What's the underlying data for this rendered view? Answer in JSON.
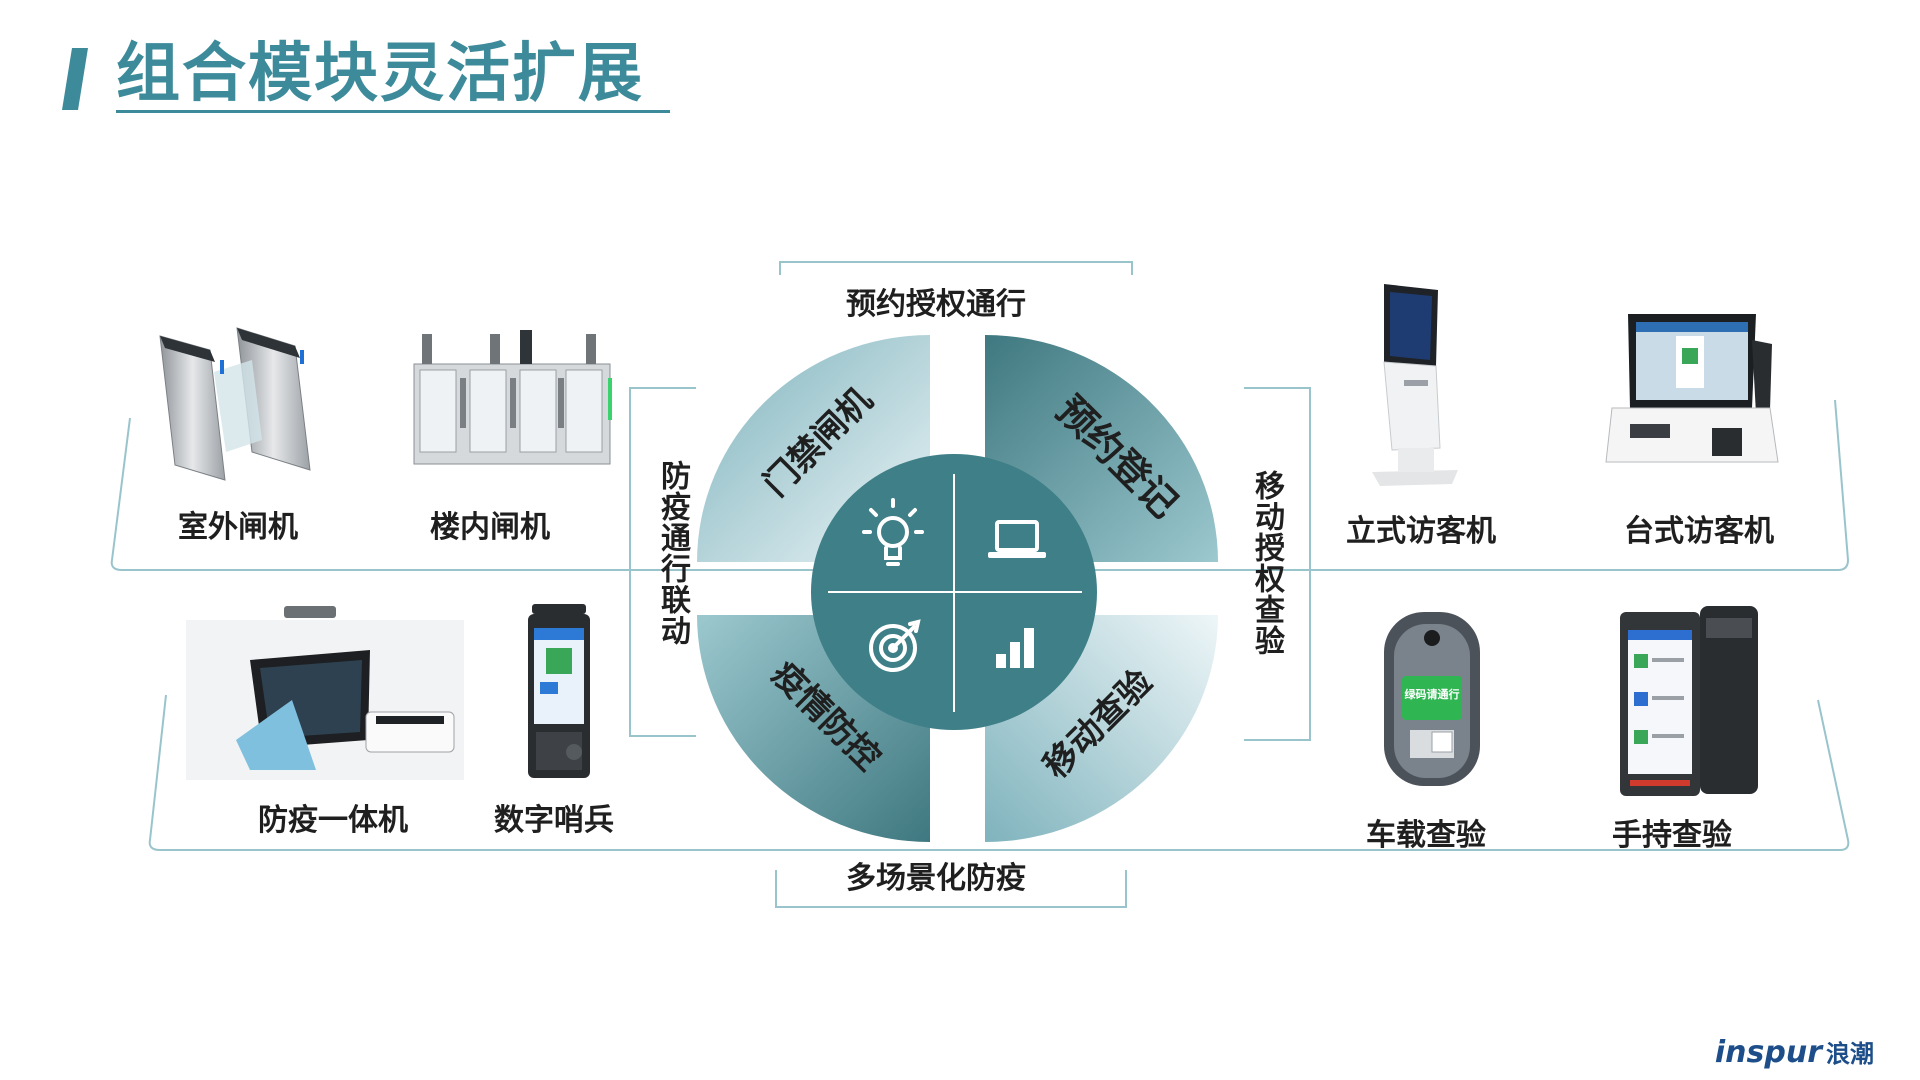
{
  "page": {
    "title": "组合模块灵活扩展"
  },
  "center": {
    "top_label": "预约授权通行",
    "bottom_label": "多场景化防疫",
    "left_label": "防疫通行联动",
    "right_label": "移动授权查验",
    "quadrants": [
      {
        "text": "门禁闸机",
        "icon": "lightbulb-icon"
      },
      {
        "text": "预约登记",
        "icon": "laptop-icon"
      },
      {
        "text": "疫情防控",
        "icon": "target-icon"
      },
      {
        "text": "移动查验",
        "icon": "bar-chart-icon"
      }
    ]
  },
  "devices": {
    "outdoor_gate": "室外闸机",
    "indoor_gate": "楼内闸机",
    "epidemic_terminal": "防疫一体机",
    "digital_sentinel": "数字哨兵",
    "standing_visitor": "立式访客机",
    "desktop_visitor": "台式访客机",
    "vehicle_check": "车载查验",
    "handheld_check": "手持查验"
  },
  "device_screen_texts": {
    "vehicle_screen": "绿码请通行"
  },
  "brand": {
    "logo_en": "inspur",
    "logo_cn": "浪潮"
  },
  "colors": {
    "accent": "#3d8b9a",
    "dark_teal": "#3f7f87",
    "light_teal": "#cde5ea"
  }
}
